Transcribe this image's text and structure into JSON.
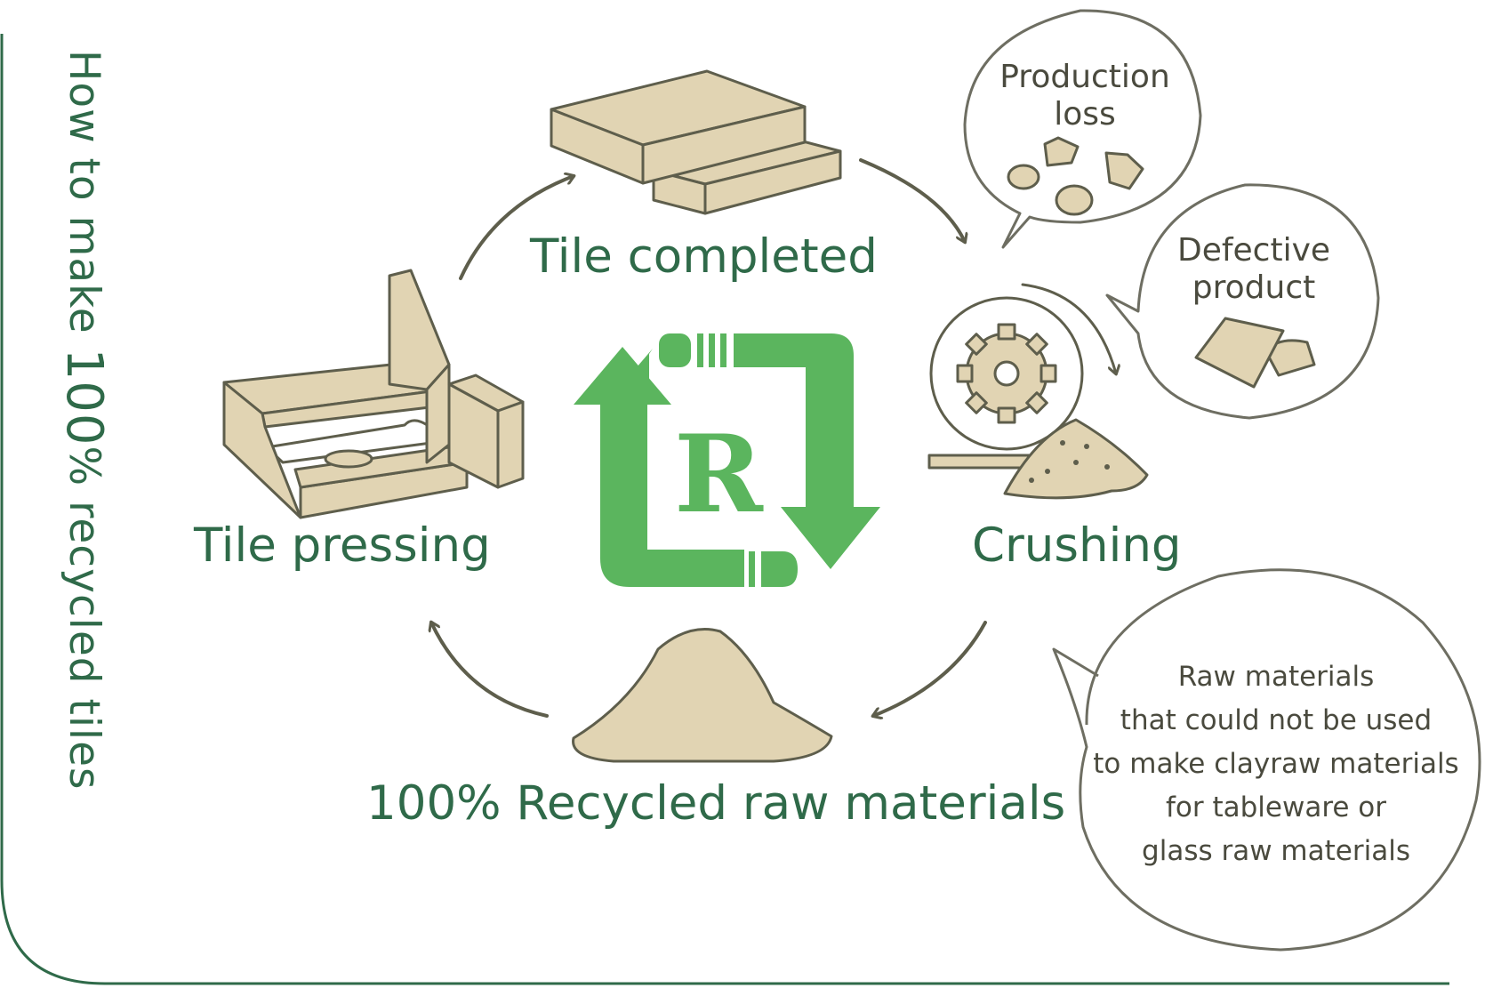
{
  "title": {
    "prefix": "How to make ",
    "highlight": "100",
    "suffix": "% recycled tiles"
  },
  "stages": {
    "tile_completed": "Tile completed",
    "crushing": "Crushing",
    "recycled_raw_materials": "100% Recycled raw materials",
    "tile_pressing": "Tile pressing"
  },
  "bubbles": {
    "production_loss": [
      "Production",
      "loss"
    ],
    "defective_product": [
      "Defective",
      "product"
    ],
    "raw_materials_note": [
      "Raw materials",
      "that could not be used",
      "to make clayraw materials",
      "for tableware or",
      "glass raw materials"
    ]
  },
  "logo": {
    "letter": "R"
  },
  "colors": {
    "accent_green": "#2f6a49",
    "logo_green": "#5bb55e",
    "tile_beige": "#e1d4b3",
    "outline": "#5e5e4c",
    "bubble_outline": "#6e6e62"
  },
  "icons": [
    "tile-stack-icon",
    "tile-press-icon",
    "crusher-icon",
    "raw-material-pile-icon",
    "recycle-r-logo",
    "gear-icon"
  ]
}
